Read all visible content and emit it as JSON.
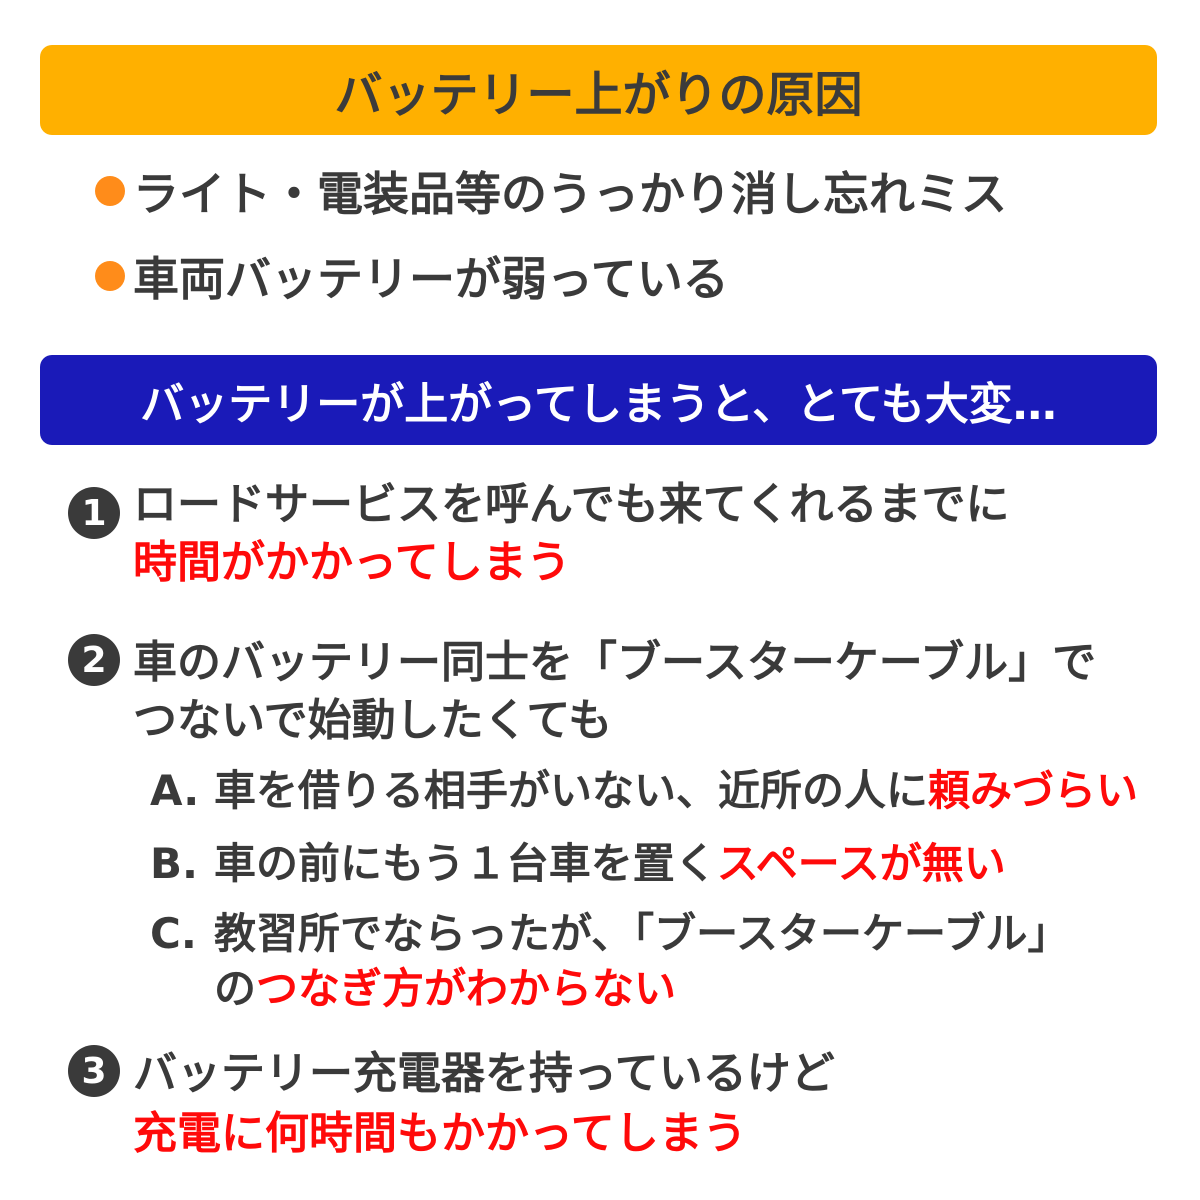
{
  "causes": {
    "title": "バッテリー上がりの原因",
    "items": [
      "ライト・電装品等のうっかり消し忘れミス",
      "車両バッテリーが弱っている"
    ]
  },
  "trouble": {
    "title": "バッテリーが上がってしまうと、とても大変…",
    "item1": {
      "number": "1",
      "line1": "ロードサービスを呼んでも来てくれるまでに",
      "line2_red": "時間がかかってしまう"
    },
    "item2": {
      "number": "2",
      "line1": "車のバッテリー同士を「ブースターケーブル」で",
      "line2": "つないで始動したくても",
      "sub": [
        {
          "letter": "A.",
          "text": "車を借りる相手がいない、近所の人に",
          "red": "頼みづらい"
        },
        {
          "letter": "B.",
          "text": "車の前にもう１台車を置く",
          "red": "スペースが無い"
        },
        {
          "letter": "C.",
          "text": "教習所でならったが、「ブースターケーブル」",
          "cont_prefix": "の",
          "cont_red": "つなぎ方がわからない"
        }
      ]
    },
    "item3": {
      "number": "3",
      "line1": "バッテリー充電器を持っているけど",
      "line2_red": "充電に何時間もかかってしまう"
    }
  },
  "colors": {
    "orange_banner": "#ffb000",
    "blue_banner": "#1a1ab8",
    "bullet": "#ff8c1a",
    "emphasis": "#ff0a0a",
    "text": "#3a3a3a"
  }
}
